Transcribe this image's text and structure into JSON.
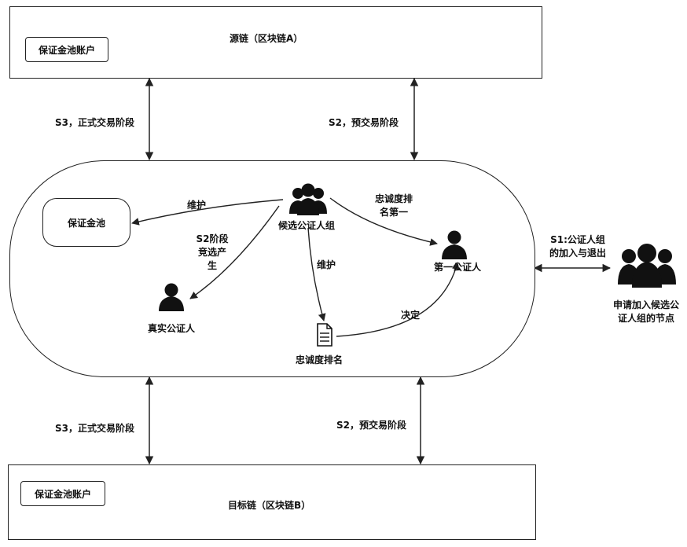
{
  "source_chain": {
    "title": "源链（区块链A）",
    "account": "保证金池账户"
  },
  "target_chain": {
    "title": "目标链（区块链B）",
    "account": "保证金池账户"
  },
  "stage_labels": {
    "top_left": "S3，正式交易阶段",
    "top_right": "S2，预交易阶段",
    "bottom_left": "S3，正式交易阶段",
    "bottom_right": "S2，预交易阶段"
  },
  "nodes": {
    "pool": "保证金池",
    "candidate_group": "候选公证人组",
    "first_notary": "第一公证人",
    "real_notary": "真实公证人",
    "loyalty_ranking": "忠诚度排名",
    "applicant": [
      "申请加入候选公",
      "证人组的节点"
    ]
  },
  "edges": {
    "maintain_pool": "维护",
    "s2_elect": [
      "S2阶段",
      "竞选产",
      "生"
    ],
    "loyalty_first": [
      "忠诚度排",
      "名第一"
    ],
    "maintain_ranking": "维护",
    "decide": "决定",
    "s1_join_exit": [
      "S1:公证人组",
      "的加入与退出"
    ]
  },
  "colors": {
    "stroke": "#222222",
    "icon": "#111111"
  }
}
